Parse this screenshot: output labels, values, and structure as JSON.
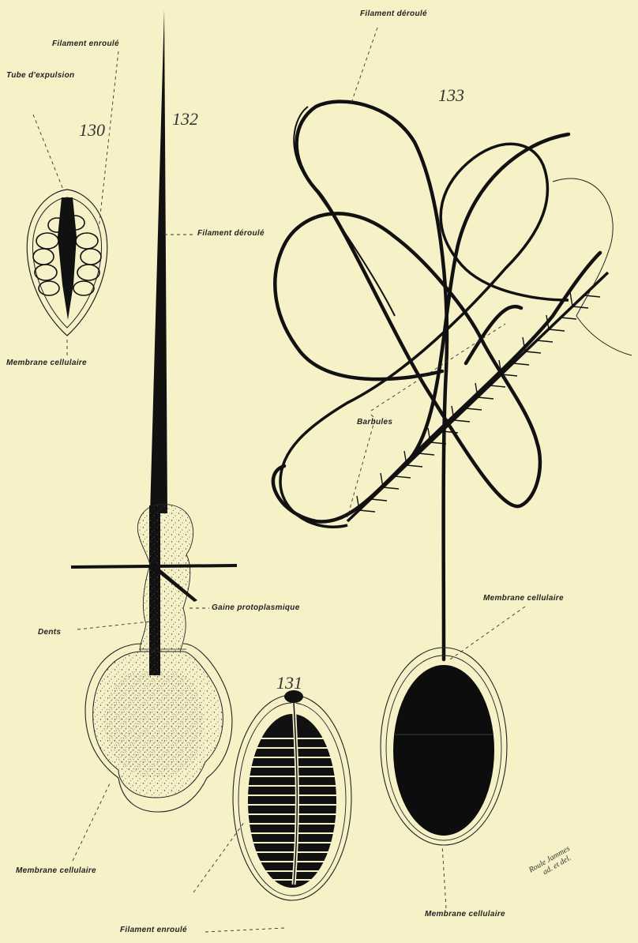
{
  "figures": {
    "fig130": {
      "number": "130"
    },
    "fig131": {
      "number": "131"
    },
    "fig132": {
      "number": "132"
    },
    "fig133": {
      "number": "133"
    }
  },
  "labels": {
    "filament_enroule_130": "Filament enroulé",
    "tube_expulsion": "Tube d'expulsion",
    "membrane_130": "Membrane cellulaire",
    "filament_deroule_132": "Filament déroulé",
    "dents": "Dents",
    "gaine": "Gaine protoplasmique",
    "membrane_132": "Membrane cellulaire",
    "filament_enroule_131": "Filament enroulé",
    "filament_deroule_133": "Filament déroulé",
    "barbules": "Barbules",
    "membrane_133_top": "Membrane cellulaire",
    "membrane_133_bottom": "Membrane cellulaire"
  },
  "signature": {
    "line1": "Roule Jammes",
    "line2": "ad. et del."
  },
  "colors": {
    "paper": "#f7f1c8",
    "ink": "#1a1a1a"
  }
}
